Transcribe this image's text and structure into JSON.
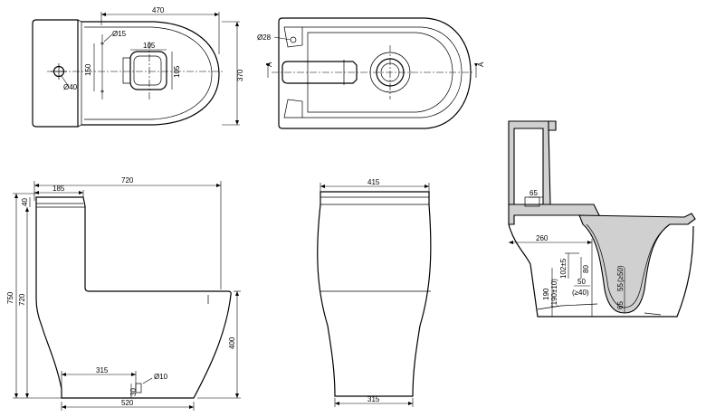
{
  "views": {
    "top_view": {
      "dims": {
        "d470": "470",
        "d370": "370",
        "d150": "150",
        "d105a": "105",
        "d105b": "105",
        "phi15": "Ø15",
        "phi40": "Ø40"
      }
    },
    "bottom_view": {
      "dims": {
        "phi28": "Ø28",
        "sec_a_left": "A",
        "sec_a_right": "A"
      }
    },
    "side_view": {
      "dims": {
        "d720_top": "720",
        "d185": "185",
        "d40": "40",
        "d750": "750",
        "d720_v": "720",
        "d400": "400",
        "d315": "315",
        "d30": "30",
        "phi10": "Ø10",
        "d520": "520"
      }
    },
    "front_view": {
      "dims": {
        "d415": "415",
        "d315": "315"
      }
    },
    "section_view": {
      "dims": {
        "d65": "65",
        "d260": "260",
        "d102": "102±5",
        "d80": "80",
        "d50": "50",
        "d40p": "(≥40)",
        "d190": "190",
        "d190b": "(190±10)",
        "d65b": "65",
        "d55": "55",
        "d50b": "(≥50)"
      }
    }
  }
}
